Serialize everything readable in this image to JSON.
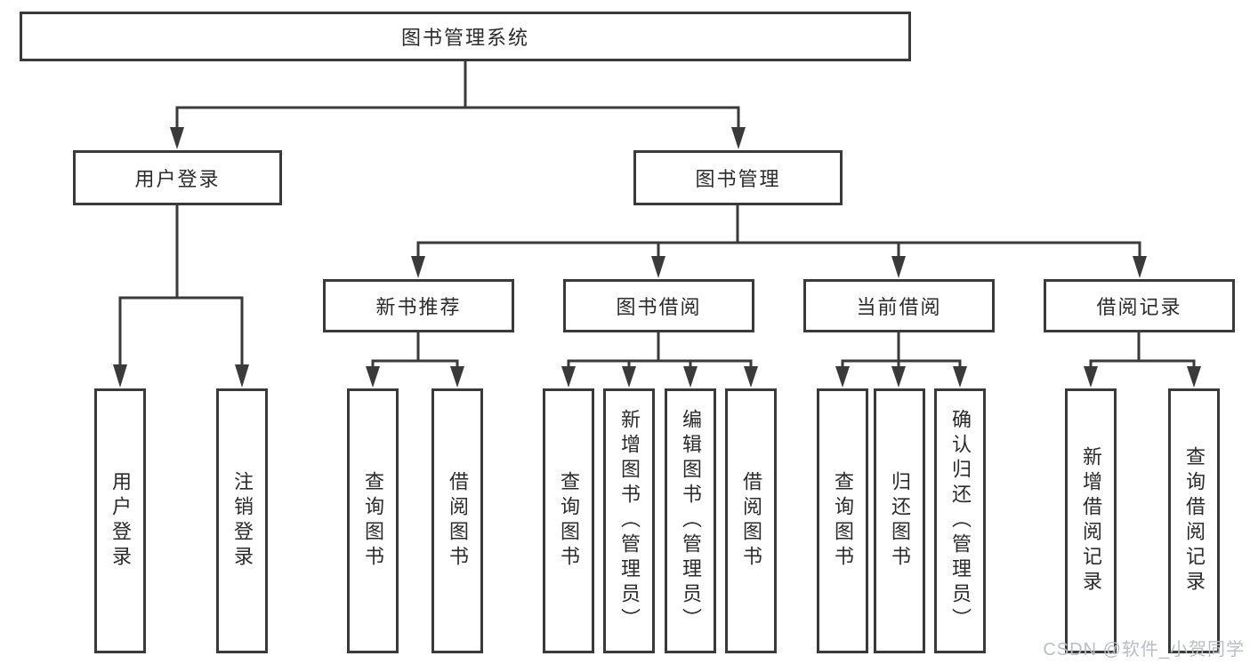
{
  "diagram": {
    "root": {
      "label": "图书管理系统"
    },
    "level2": {
      "user_login": {
        "label": "用户登录"
      },
      "book_management": {
        "label": "图书管理"
      }
    },
    "level3": {
      "new_book_recommend": {
        "label": "新书推荐"
      },
      "book_borrowing": {
        "label": "图书借阅"
      },
      "current_borrowing": {
        "label": "当前借阅"
      },
      "borrowing_records": {
        "label": "借阅记录"
      }
    },
    "leaves": {
      "user_login_group": [
        "用户登录",
        "注销登录"
      ],
      "new_book_group": [
        "查询图书",
        "借阅图书"
      ],
      "book_borrow_group": [
        "查询图书",
        "新增图书（管理员）",
        "编辑图书（管理员）",
        "借阅图书"
      ],
      "current_borrow_group": [
        "查询图书",
        "归还图书",
        "确认归还（管理员）"
      ],
      "records_group": [
        "新增借阅记录",
        "查询借阅记录"
      ]
    }
  },
  "watermark": "CSDN @软件_小贺同学",
  "colors": {
    "line": "#3a3a3a",
    "box_background": "#ffffff",
    "text": "#2b2b2b",
    "watermark": "#b9bdc4"
  }
}
